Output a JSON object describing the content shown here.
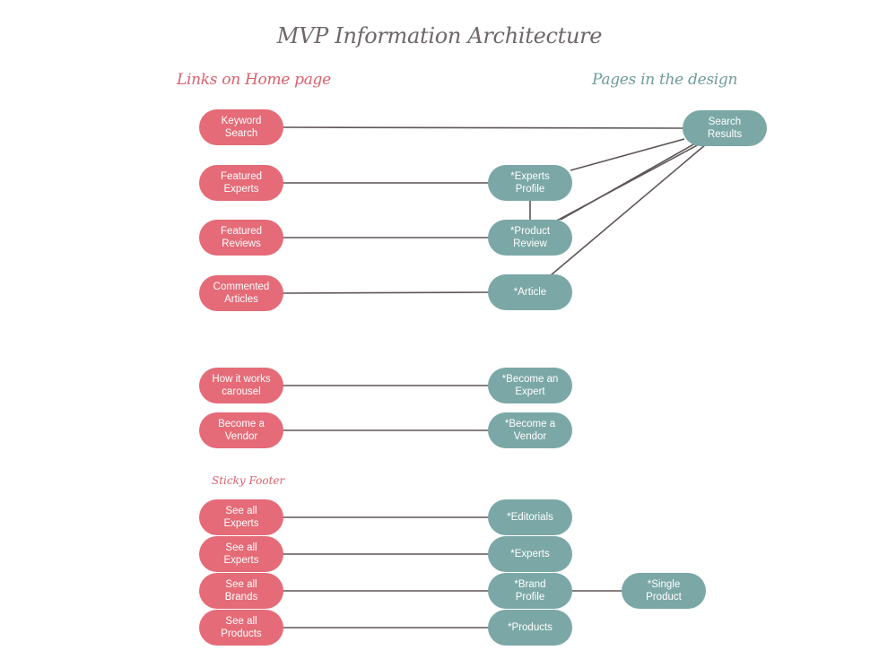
{
  "title": "MVP Information Architecture",
  "headings": {
    "home_links": "Links on Home page",
    "design_pages": "Pages in the design",
    "sticky_footer": "Sticky Footer"
  },
  "colors": {
    "home_link": "#e46b77",
    "design_page": "#7ba8a6",
    "connector": "#5e5556",
    "title": "#6e6768"
  },
  "nodes": {
    "keyword_search": "Keyword\nSearch",
    "featured_experts": "Featured\nExperts",
    "featured_reviews": "Featured\nReviews",
    "commented_articles": "Commented\nArticles",
    "how_it_works": "How it works\ncarousel",
    "become_vendor_link": "Become a\nVendor",
    "see_all_experts_1": "See all\nExperts",
    "see_all_experts_2": "See all\nExperts",
    "see_all_brands": "See all\nBrands",
    "see_all_products": "See all\nProducts",
    "search_results": "Search\nResults",
    "experts_profile": "*Experts\nProfile",
    "product_review": "*Product\nReview",
    "article": "*Article",
    "become_expert": "*Become an\nExpert",
    "become_vendor_page": "*Become a\nVendor",
    "editorials": "*Editorials",
    "experts": "*Experts",
    "brand_profile": "*Brand\nProfile",
    "single_product": "*Single\nProduct",
    "products": "*Products"
  }
}
